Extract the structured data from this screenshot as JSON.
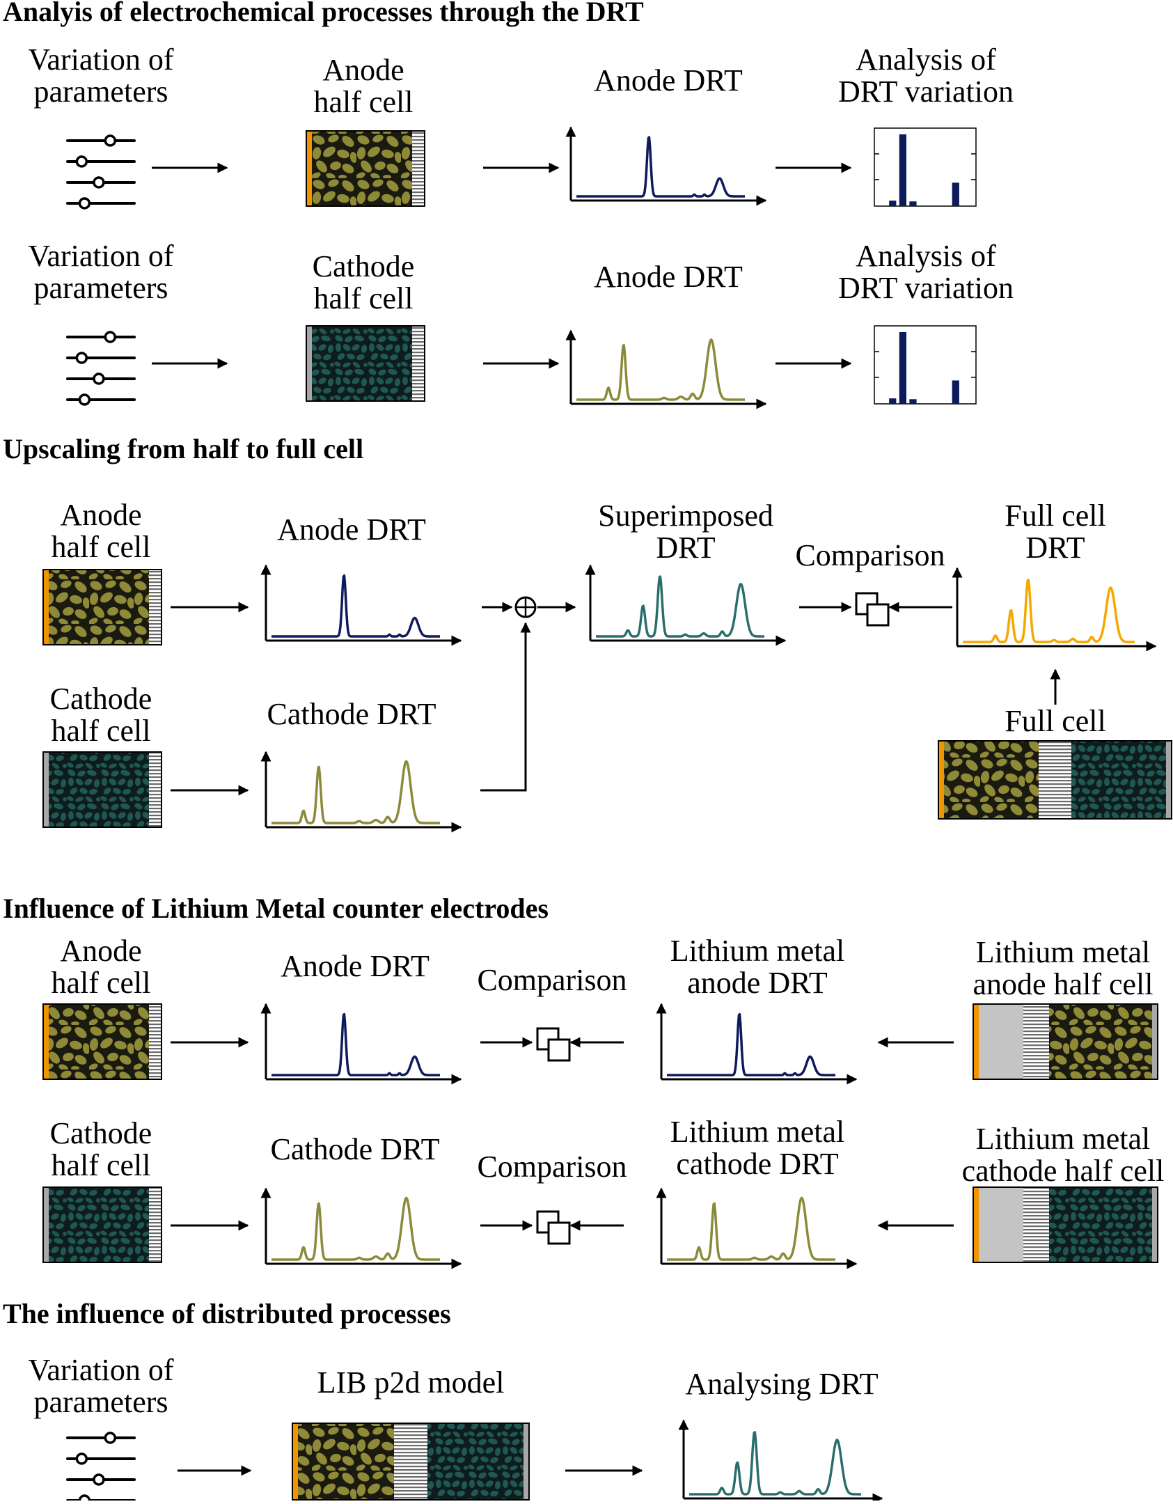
{
  "colors": {
    "anode_particle": "#8f8a37",
    "cathode_particle": "#1f5754",
    "anode_drt": "#0d1a5c",
    "cathode_drt": "#8a8a3a",
    "superimposed_drt": "#2a6e6c",
    "full_cell_drt": "#f5a800",
    "bar": "#0d1a5c",
    "copper_collector": "#f29400",
    "aluminium_collector": "#a8a8a8",
    "lithium_metal": "#c4c4c4"
  },
  "section1": {
    "title": "Analyis of electrochemical processes through the DRT",
    "rowA": {
      "params": [
        "Variation of",
        "parameters"
      ],
      "cell": [
        "Anode",
        "half cell"
      ],
      "drt": [
        "Anode DRT"
      ],
      "analysis": [
        "Analysis of",
        "DRT variation"
      ]
    },
    "rowB": {
      "params": [
        "Variation of",
        "parameters"
      ],
      "cell": [
        "Cathode",
        "half cell"
      ],
      "drt": [
        "Anode DRT"
      ],
      "analysis": [
        "Analysis of",
        "DRT variation"
      ]
    }
  },
  "section2": {
    "title": "Upscaling from half to full cell",
    "anode_cell": [
      "Anode",
      "half cell"
    ],
    "anode_drt": [
      "Anode DRT"
    ],
    "cathode_cell": [
      "Cathode",
      "half cell"
    ],
    "cathode_drt": [
      "Cathode DRT"
    ],
    "superimposed": [
      "Superimposed",
      "DRT"
    ],
    "comparison": [
      "Comparison"
    ],
    "full_cell_drt": [
      "Full cell",
      "DRT"
    ],
    "full_cell": [
      "Full cell"
    ]
  },
  "section3": {
    "title": "Influence of Lithium Metal counter electrodes",
    "rowA": {
      "cell": [
        "Anode",
        "half cell"
      ],
      "drt": [
        "Anode DRT"
      ],
      "comparison": [
        "Comparison"
      ],
      "li_drt": [
        "Lithium metal",
        "anode DRT"
      ],
      "li_cell": [
        "Lithium metal",
        "anode half cell"
      ]
    },
    "rowB": {
      "cell": [
        "Cathode",
        "half cell"
      ],
      "drt": [
        "Cathode DRT"
      ],
      "comparison": [
        "Comparison"
      ],
      "li_drt": [
        "Lithium metal",
        "cathode DRT"
      ],
      "li_cell": [
        "Lithium metal",
        "cathode half cell"
      ]
    }
  },
  "section4": {
    "title": "The influence of distributed processes",
    "params": [
      "Variation of",
      "parameters"
    ],
    "model": [
      "LIB p2d model"
    ],
    "drt": [
      "Analysing DRT"
    ]
  }
}
